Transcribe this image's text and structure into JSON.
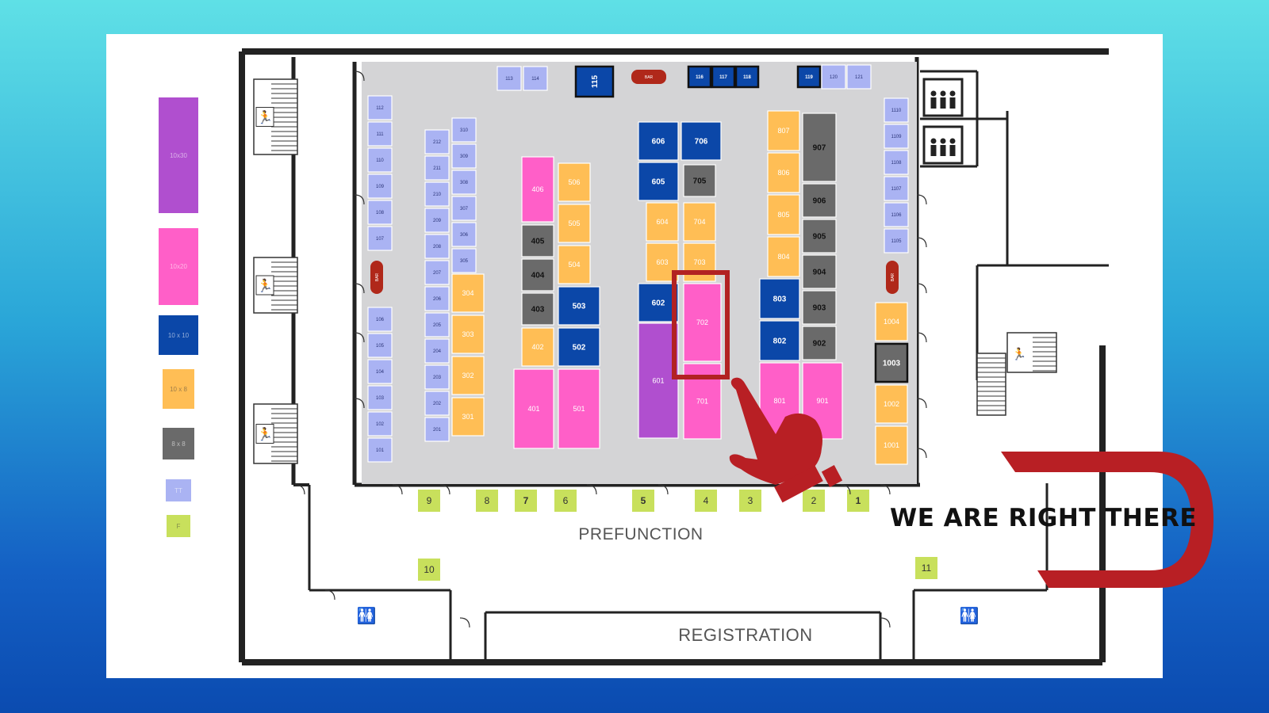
{
  "colors": {
    "background_top": "#5fe0e6",
    "background_bottom": "#0b4bb0",
    "card": "#ffffff",
    "wall": "#222222",
    "hall_floor": "#d4d4d6",
    "purple_10x30": "#b04fcf",
    "pink_10x20": "#ff5fc8",
    "blue_10x10": "#0b47a8",
    "orange_10x8": "#ffbe55",
    "gray_8x8": "#6a6a6a",
    "lavender_tt": "#aab3f3",
    "green_f": "#c8e05c",
    "bar": "#b0281a",
    "highlight": "#b22222",
    "pointer": "#b81f24"
  },
  "legend": [
    {
      "id": "10x30",
      "label": "10x30",
      "color": "#b04fcf"
    },
    {
      "id": "10x20",
      "label": "10x20",
      "color": "#ff5fc8"
    },
    {
      "id": "10x10",
      "label": "10 x 10",
      "color": "#0b47a8"
    },
    {
      "id": "10x8",
      "label": "10 x 8",
      "color": "#ffbe55"
    },
    {
      "id": "8x8",
      "label": "8 x 8",
      "color": "#6a6a6a"
    },
    {
      "id": "tt",
      "label": "TT",
      "color": "#aab3f3"
    },
    {
      "id": "f",
      "label": "F",
      "color": "#c8e05c"
    }
  ],
  "areas": {
    "prefunction": "PREFUNCTION",
    "registration": "REGISTRATION"
  },
  "bars": [
    "BAR",
    "BAR",
    "BAR"
  ],
  "highlighted_booth": "702",
  "booths": [
    {
      "id": "112",
      "type": "tt"
    },
    {
      "id": "111",
      "type": "tt"
    },
    {
      "id": "110",
      "type": "tt"
    },
    {
      "id": "109",
      "type": "tt"
    },
    {
      "id": "108",
      "type": "tt"
    },
    {
      "id": "107",
      "type": "tt"
    },
    {
      "id": "106",
      "type": "tt"
    },
    {
      "id": "105",
      "type": "tt"
    },
    {
      "id": "104",
      "type": "tt"
    },
    {
      "id": "103",
      "type": "tt"
    },
    {
      "id": "102",
      "type": "tt"
    },
    {
      "id": "101",
      "type": "tt"
    },
    {
      "id": "113",
      "type": "tt"
    },
    {
      "id": "114",
      "type": "tt"
    },
    {
      "id": "115",
      "type": "10x10"
    },
    {
      "id": "116",
      "type": "10x10"
    },
    {
      "id": "117",
      "type": "10x10"
    },
    {
      "id": "118",
      "type": "10x10"
    },
    {
      "id": "119",
      "type": "10x10"
    },
    {
      "id": "120",
      "type": "tt"
    },
    {
      "id": "121",
      "type": "tt"
    },
    {
      "id": "212",
      "type": "tt"
    },
    {
      "id": "211",
      "type": "tt"
    },
    {
      "id": "210",
      "type": "tt"
    },
    {
      "id": "209",
      "type": "tt"
    },
    {
      "id": "208",
      "type": "tt"
    },
    {
      "id": "207",
      "type": "tt"
    },
    {
      "id": "206",
      "type": "tt"
    },
    {
      "id": "205",
      "type": "tt"
    },
    {
      "id": "204",
      "type": "tt"
    },
    {
      "id": "203",
      "type": "tt"
    },
    {
      "id": "202",
      "type": "tt"
    },
    {
      "id": "201",
      "type": "tt"
    },
    {
      "id": "310",
      "type": "tt"
    },
    {
      "id": "309",
      "type": "tt"
    },
    {
      "id": "308",
      "type": "tt"
    },
    {
      "id": "307",
      "type": "tt"
    },
    {
      "id": "306",
      "type": "tt"
    },
    {
      "id": "305",
      "type": "tt"
    },
    {
      "id": "304",
      "type": "10x8"
    },
    {
      "id": "303",
      "type": "10x8"
    },
    {
      "id": "302",
      "type": "10x8"
    },
    {
      "id": "301",
      "type": "10x8"
    },
    {
      "id": "406",
      "type": "10x20"
    },
    {
      "id": "405",
      "type": "8x8"
    },
    {
      "id": "404",
      "type": "8x8"
    },
    {
      "id": "403",
      "type": "8x8"
    },
    {
      "id": "402",
      "type": "10x8"
    },
    {
      "id": "401",
      "type": "10x20"
    },
    {
      "id": "506",
      "type": "10x8"
    },
    {
      "id": "505",
      "type": "10x8"
    },
    {
      "id": "504",
      "type": "10x8"
    },
    {
      "id": "503",
      "type": "10x10"
    },
    {
      "id": "502",
      "type": "10x10"
    },
    {
      "id": "501",
      "type": "10x20"
    },
    {
      "id": "606",
      "type": "10x10"
    },
    {
      "id": "605",
      "type": "10x10"
    },
    {
      "id": "604",
      "type": "10x8"
    },
    {
      "id": "603",
      "type": "10x8"
    },
    {
      "id": "602",
      "type": "10x10"
    },
    {
      "id": "601",
      "type": "10x30"
    },
    {
      "id": "706",
      "type": "10x10"
    },
    {
      "id": "705",
      "type": "8x8"
    },
    {
      "id": "704",
      "type": "10x8"
    },
    {
      "id": "703",
      "type": "10x8"
    },
    {
      "id": "702",
      "type": "10x20"
    },
    {
      "id": "701",
      "type": "10x20"
    },
    {
      "id": "807",
      "type": "10x8"
    },
    {
      "id": "806",
      "type": "10x8"
    },
    {
      "id": "805",
      "type": "10x8"
    },
    {
      "id": "804",
      "type": "10x8"
    },
    {
      "id": "803",
      "type": "10x10"
    },
    {
      "id": "802",
      "type": "10x10"
    },
    {
      "id": "801",
      "type": "10x20"
    },
    {
      "id": "907",
      "type": "8x8"
    },
    {
      "id": "906",
      "type": "8x8"
    },
    {
      "id": "905",
      "type": "8x8"
    },
    {
      "id": "904",
      "type": "8x8"
    },
    {
      "id": "903",
      "type": "8x8"
    },
    {
      "id": "902",
      "type": "8x8"
    },
    {
      "id": "901",
      "type": "10x20"
    },
    {
      "id": "1110",
      "type": "tt"
    },
    {
      "id": "1109",
      "type": "tt"
    },
    {
      "id": "1108",
      "type": "tt"
    },
    {
      "id": "1107",
      "type": "tt"
    },
    {
      "id": "1106",
      "type": "tt"
    },
    {
      "id": "1105",
      "type": "tt"
    },
    {
      "id": "1004",
      "type": "10x8"
    },
    {
      "id": "1003",
      "type": "8x8"
    },
    {
      "id": "1002",
      "type": "10x8"
    },
    {
      "id": "1001",
      "type": "10x8"
    }
  ],
  "food_stations": [
    "9",
    "8",
    "7",
    "6",
    "5",
    "4",
    "3",
    "2",
    "1",
    "10",
    "11"
  ],
  "callout": "WE ARE RIGHT THERE"
}
